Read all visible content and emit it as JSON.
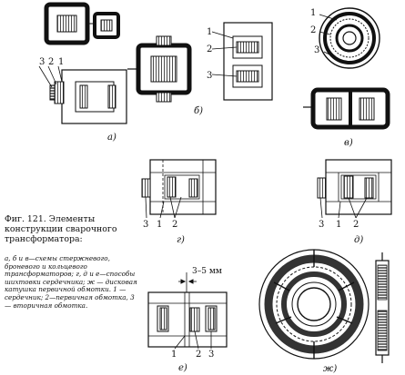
{
  "figure": {
    "caption": "Фиг. 121. Элементы конструкции сварочного трансформатора:",
    "legend": "а, б и в—схемы стержневого, броневого и кольцевого трансформаторов; г, д и е—способы шихтовки сердечника; ж — дисковая катушка первичной обмотки. 1 —сердечник; 2—первичная обмотка, 3 — вторичная обмотка."
  },
  "labels": {
    "a": "а)",
    "b": "б)",
    "v": "в)",
    "g": "г)",
    "d": "д)",
    "e": "е)",
    "zh": "ж)",
    "n1": "1",
    "n2": "2",
    "n3": "3",
    "gap": "3–5 мм"
  }
}
